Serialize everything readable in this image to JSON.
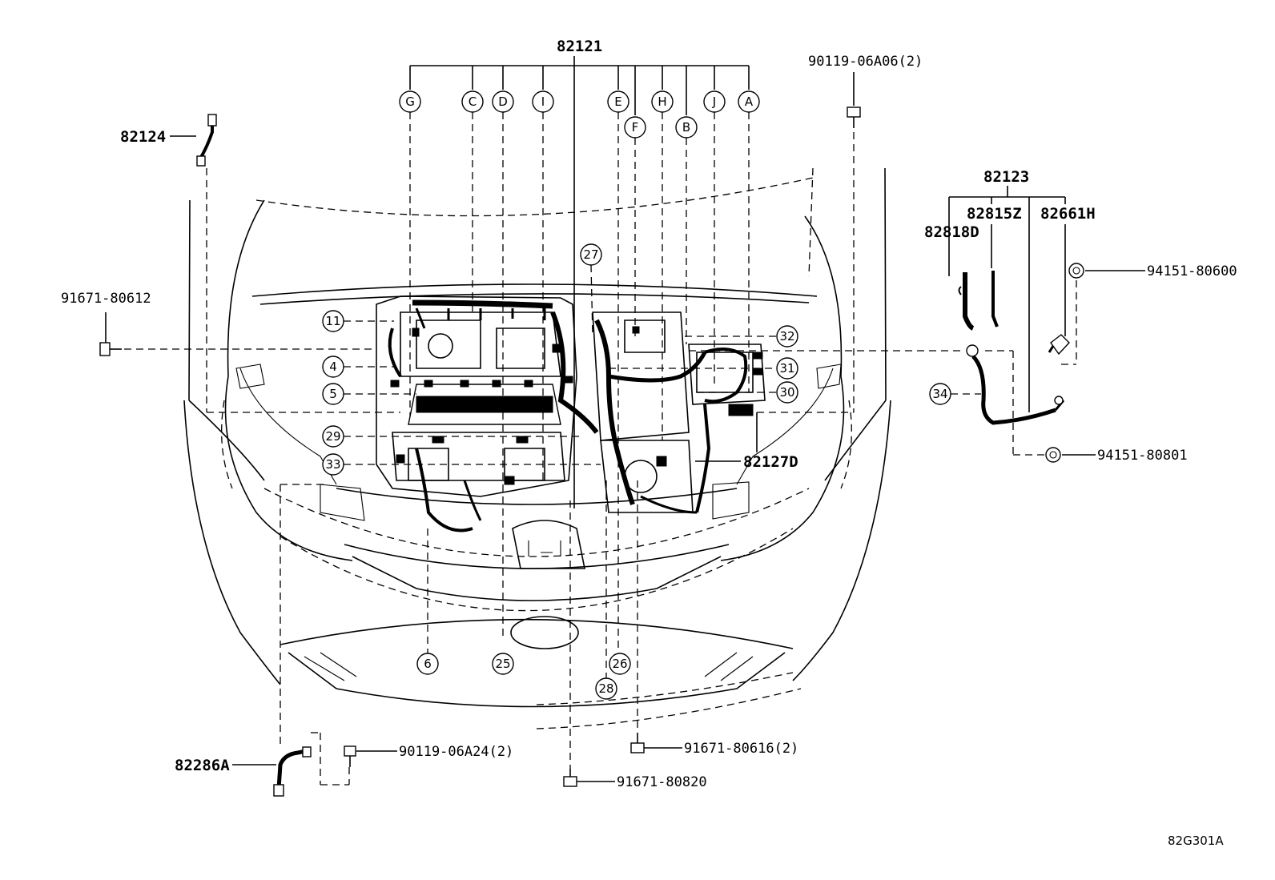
{
  "labels": {
    "p82121": "82121",
    "p82123": "82123",
    "p82124": "82124",
    "p82815Z": "82815Z",
    "p82661H": "82661H",
    "p82818D": "82818D",
    "p82127D": "82127D",
    "p82286A": "82286A",
    "b90119_06A06": "90119-06A06(2)",
    "b91671_80612": "91671-80612",
    "b94151_80600": "94151-80600",
    "b94151_80801": "94151-80801",
    "b90119_06A24": "90119-06A24(2)",
    "b91671_80616": "91671-80616(2)",
    "b91671_80820": "91671-80820",
    "ref": "82G301A"
  },
  "letters": {
    "G": "G",
    "C": "C",
    "D": "D",
    "I": "I",
    "E": "E",
    "F": "F",
    "H": "H",
    "B": "B",
    "J": "J",
    "A": "A"
  },
  "numbers": {
    "n11": "11",
    "n4": "4",
    "n5": "5",
    "n29": "29",
    "n33": "33",
    "n27": "27",
    "n32": "32",
    "n31": "31",
    "n30": "30",
    "n34": "34",
    "n6": "6",
    "n25": "25",
    "n26": "26",
    "n28": "28"
  }
}
